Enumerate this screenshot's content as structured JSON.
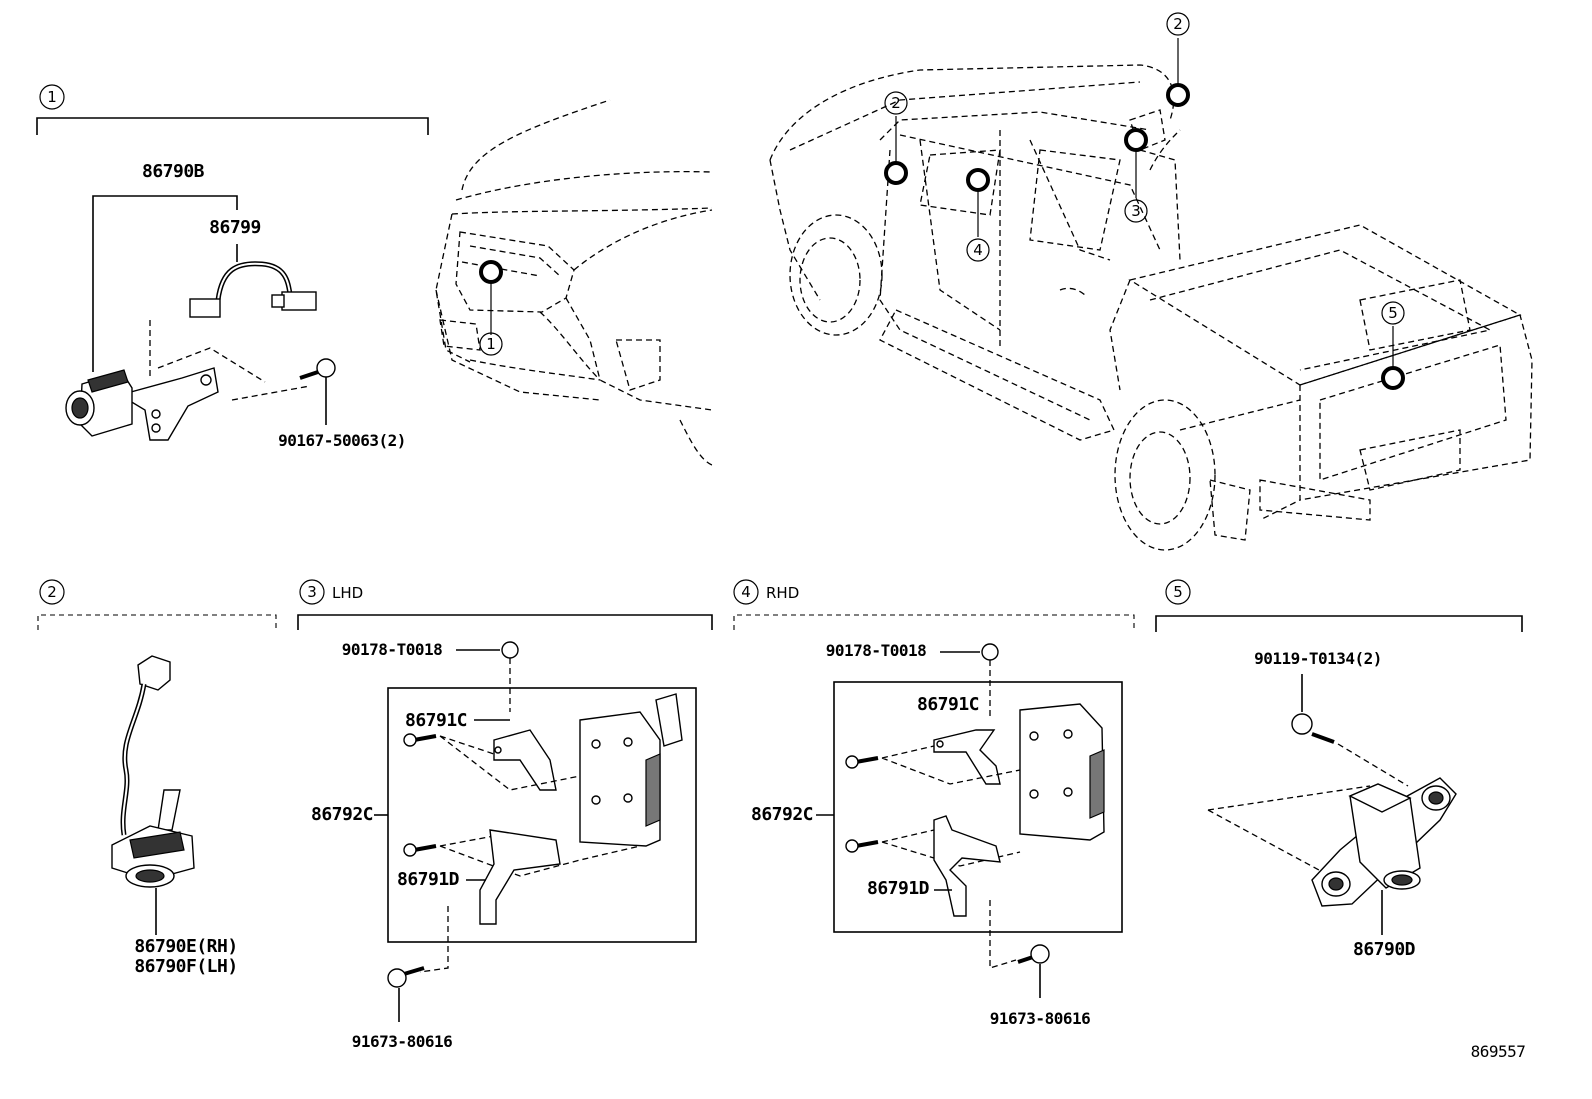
{
  "diagram_id": "869557",
  "section_numbers": [
    "1",
    "2",
    "3",
    "4",
    "5"
  ],
  "section_variants": {
    "s3": "LHD",
    "s4": "RHD"
  },
  "parts": {
    "camera_assy_front": "86790B",
    "wire_sub_assy": "86799",
    "bolt_front": "90167-50063(2)",
    "camera_side_rh": "86790E(RH)",
    "camera_side_lh": "86790F(LH)",
    "nut_lhd": "90178-T0018",
    "bracket_c_lhd": "86791C",
    "ecu_lhd": "86792C",
    "bracket_d_lhd": "86791D",
    "bolt_lhd": "91673-80616",
    "nut_rhd": "90178-T0018",
    "bracket_c_rhd": "86791C",
    "ecu_rhd": "86792C",
    "bracket_d_rhd": "86791D",
    "bolt_rhd": "91673-80616",
    "bolt_rear": "90119-T0134(2)",
    "camera_rear": "86790D"
  },
  "vehicle_callouts": [
    "1",
    "2",
    "2",
    "3",
    "4",
    "5"
  ]
}
